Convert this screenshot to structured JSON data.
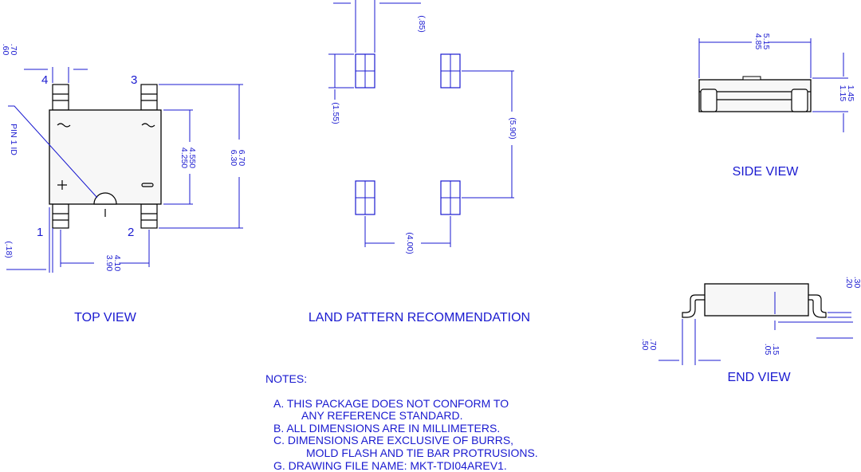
{
  "top_view": {
    "title": "TOP VIEW",
    "pins": [
      "4",
      "3",
      "1",
      "2"
    ],
    "pin1_id": "PIN 1 ID",
    "dims": {
      "pitch_vert": [
        ".70",
        ".60"
      ],
      "body_height": [
        "4.550",
        "4.250"
      ],
      "overall_height": [
        "6.70",
        "6.30"
      ],
      "pin_pitch": [
        "4.10",
        "3.90"
      ],
      "lead_small": "(.18)"
    }
  },
  "land_pattern": {
    "title": "LAND PATTERN RECOMMENDATION",
    "dims": {
      "pad_width": "(.85)",
      "pad_length": "(1.55)",
      "row_pitch": "(5.90)",
      "col_pitch": "(4.00)"
    }
  },
  "side_view": {
    "title": "SIDE VIEW",
    "dims": {
      "length": [
        "5.15",
        "4.85"
      ],
      "height": [
        "1.45",
        "1.15"
      ]
    }
  },
  "end_view": {
    "title": "END VIEW",
    "dims": {
      "lead_thickness": [
        ".30",
        ".20"
      ],
      "standoff": [
        ".15",
        ".05"
      ],
      "foot": [
        ".70",
        ".50"
      ]
    }
  },
  "notes": {
    "heading": "NOTES:",
    "lines": [
      "A. THIS PACKAGE DOES NOT CONFORM TO",
      "ANY REFERENCE STANDARD.",
      "B. ALL DIMENSIONS ARE IN MILLIMETERS.",
      "C. DIMENSIONS ARE EXCLUSIVE OF BURRS,",
      "MOLD FLASH AND TIE BAR PROTRUSIONS.",
      "G. DRAWING FILE NAME: MKT-TDI04AREV1."
    ]
  }
}
